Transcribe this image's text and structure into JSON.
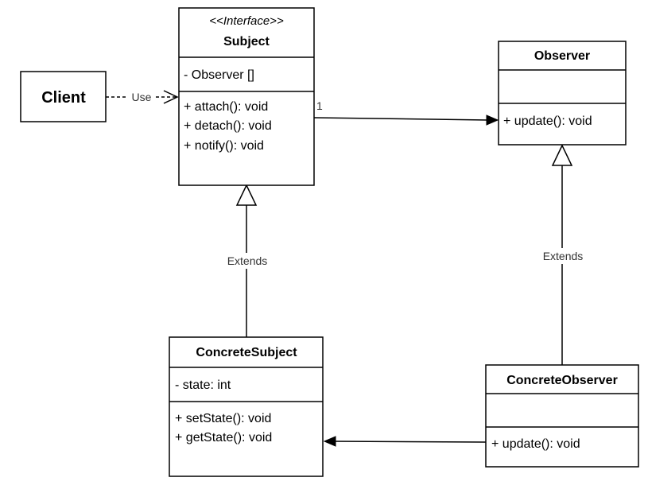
{
  "client": {
    "name": "Client"
  },
  "subject": {
    "stereotype": "<<Interface>>",
    "name": "Subject",
    "attributes": [
      "- Observer []"
    ],
    "methods": [
      "+ attach(): void",
      "+ detach(): void",
      "+ notify(): void"
    ]
  },
  "observer": {
    "name": "Observer",
    "attributes": [],
    "methods": [
      "+ update(): void"
    ]
  },
  "concrete_subject": {
    "name": "ConcreteSubject",
    "attributes": [
      "- state: int"
    ],
    "methods": [
      "+ setState(): void",
      "+ getState(): void"
    ]
  },
  "concrete_observer": {
    "name": "ConcreteObserver",
    "attributes": [],
    "methods": [
      "+ update(): void"
    ]
  },
  "relations": {
    "use_label": "Use",
    "multiplicity": "1",
    "extends_subject_label": "Extends",
    "extends_observer_label": "Extends"
  }
}
